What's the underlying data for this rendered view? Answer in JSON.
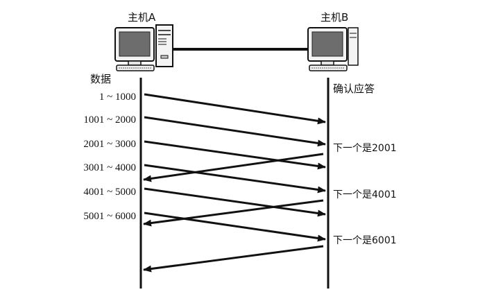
{
  "hosts": {
    "a_label": "主机A",
    "b_label": "主机B"
  },
  "side_labels": {
    "data": "数据",
    "ack": "确认应答"
  },
  "segments": [
    {
      "range": "1 ~ 1000"
    },
    {
      "range": "1001 ~ 2000"
    },
    {
      "range": "2001 ~ 3000"
    },
    {
      "range": "3001 ~ 4000"
    },
    {
      "range": "4001 ~ 5000"
    },
    {
      "range": "5001 ~ 6000"
    }
  ],
  "acks": [
    {
      "text": "下一个是2001"
    },
    {
      "text": "下一个是4001"
    },
    {
      "text": "下一个是6001"
    }
  ],
  "colors": {
    "line": "#111111",
    "monitor_screen": "#6d6d6d",
    "monitor_body": "#f2f2f2"
  },
  "icons": [
    "computer-tower-icon",
    "computer-monitor-icon"
  ]
}
